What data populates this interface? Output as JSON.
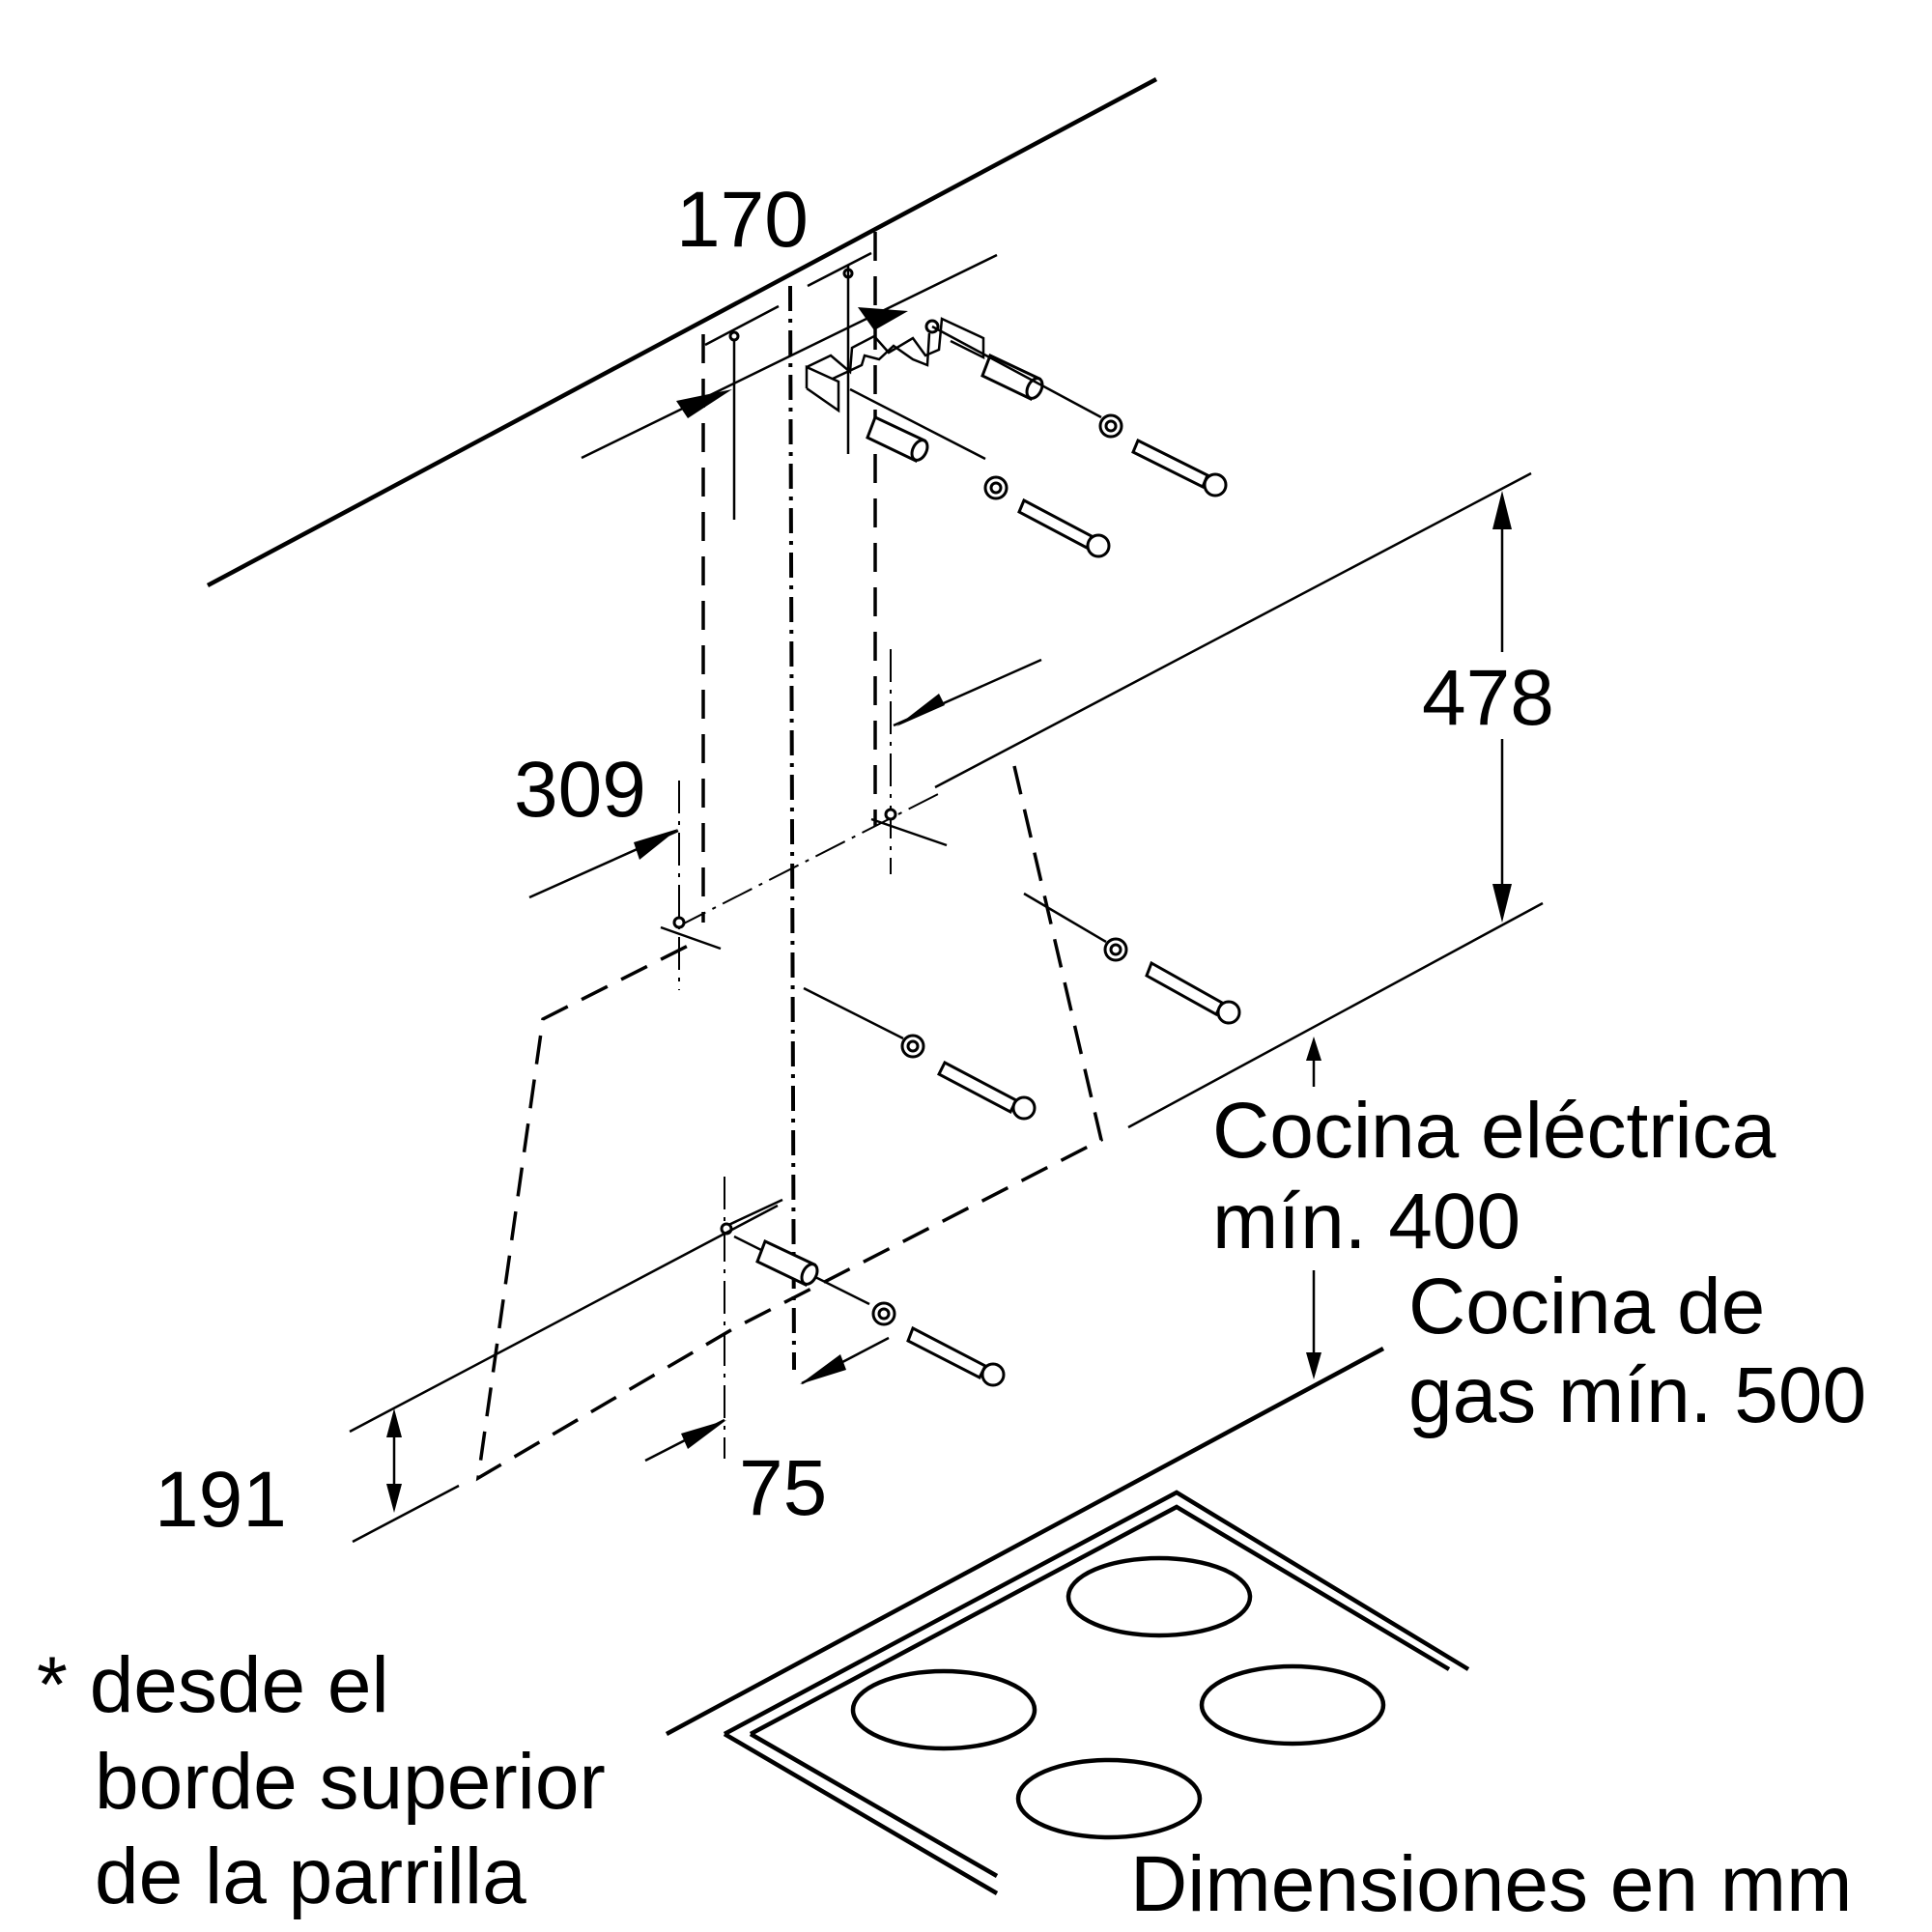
{
  "dimensions": {
    "top_width": "170",
    "offset_309": "309",
    "height_478": "478",
    "bottom_191": "191",
    "bottom_75": "75"
  },
  "clearance": {
    "electric_line1": "Cocina eléctrica",
    "electric_line2": "mín. 400",
    "gas_line1": "Cocina de",
    "gas_line2": "gas mín. 500"
  },
  "footnote": {
    "line1": "* desde el",
    "line2": "borde superior",
    "line3": "de la parrilla"
  },
  "units_note": "Dimensiones en mm"
}
